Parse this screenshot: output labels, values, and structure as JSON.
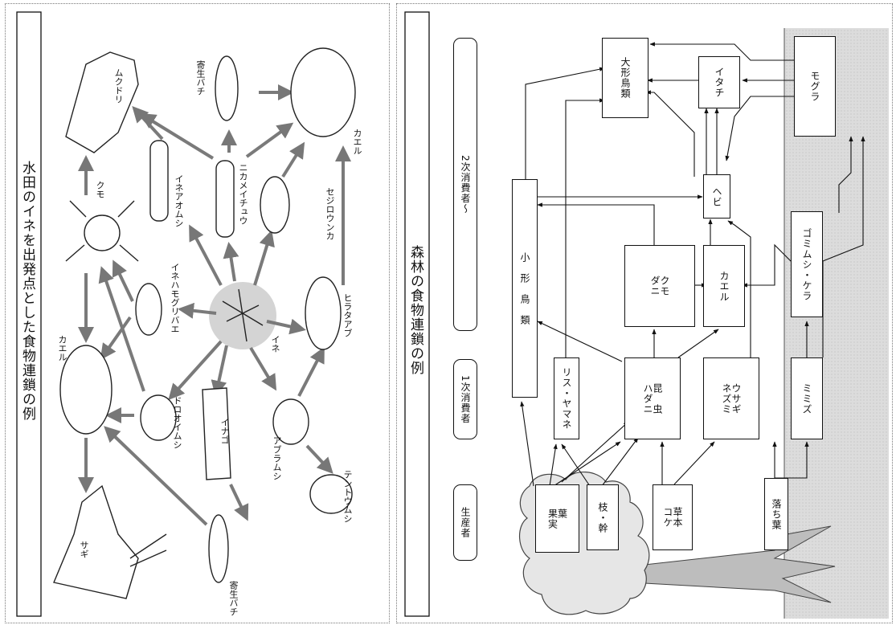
{
  "left_panel": {
    "title": "水田のイネを出発点とした食物連鎖の例",
    "labels": {
      "sagi": "サギ",
      "kaeru_left": "カエル",
      "doroimushi": "ドロオイムシ",
      "inago": "イナゴ",
      "kisei_bachi_left": "寄生バチ",
      "aburamushi": "アブラムシ",
      "tentoumushi": "テントウムシ",
      "kumo": "クモ",
      "ine_hamoguri": "イネハモグリバエ",
      "ine": "イネ",
      "hiratayabu": "ヒラタアブ",
      "ine_aomushi": "イネアオムシ",
      "nikameichu": "ニカメイチュウ",
      "sejirounka": "セジロウンカ",
      "mukudori": "ムクドリ",
      "kisei_bachi_right": "寄生バチ",
      "kaeru_right": "カエル"
    }
  },
  "right_panel": {
    "title": "森林の食物連鎖の例",
    "levels": {
      "producer": "生産者",
      "primary": "1次消費者",
      "secondary": "2次消費者〜"
    },
    "nodes": {
      "leaves_fruit": "葉\n果実",
      "branch_trunk": "枝・幹",
      "grass_moss": "草本\nコケ",
      "fallen_leaves": "落ち葉",
      "squirrel_dormouse": "リス・ヤマネ",
      "insects_mites": "昆　虫\nハダニ",
      "rabbit_mouse": "ウサギ\nネズミ",
      "earthworm": "ミミズ",
      "small_birds": "小　形　鳥　類",
      "spider_mite": "クモ\nダニ",
      "frog": "カエル",
      "beetle_ground": "ゴミムシ・ケラ",
      "snake": "ヘビ",
      "large_birds": "大形鳥類",
      "weasel": "イタチ",
      "mole": "モグラ"
    }
  }
}
